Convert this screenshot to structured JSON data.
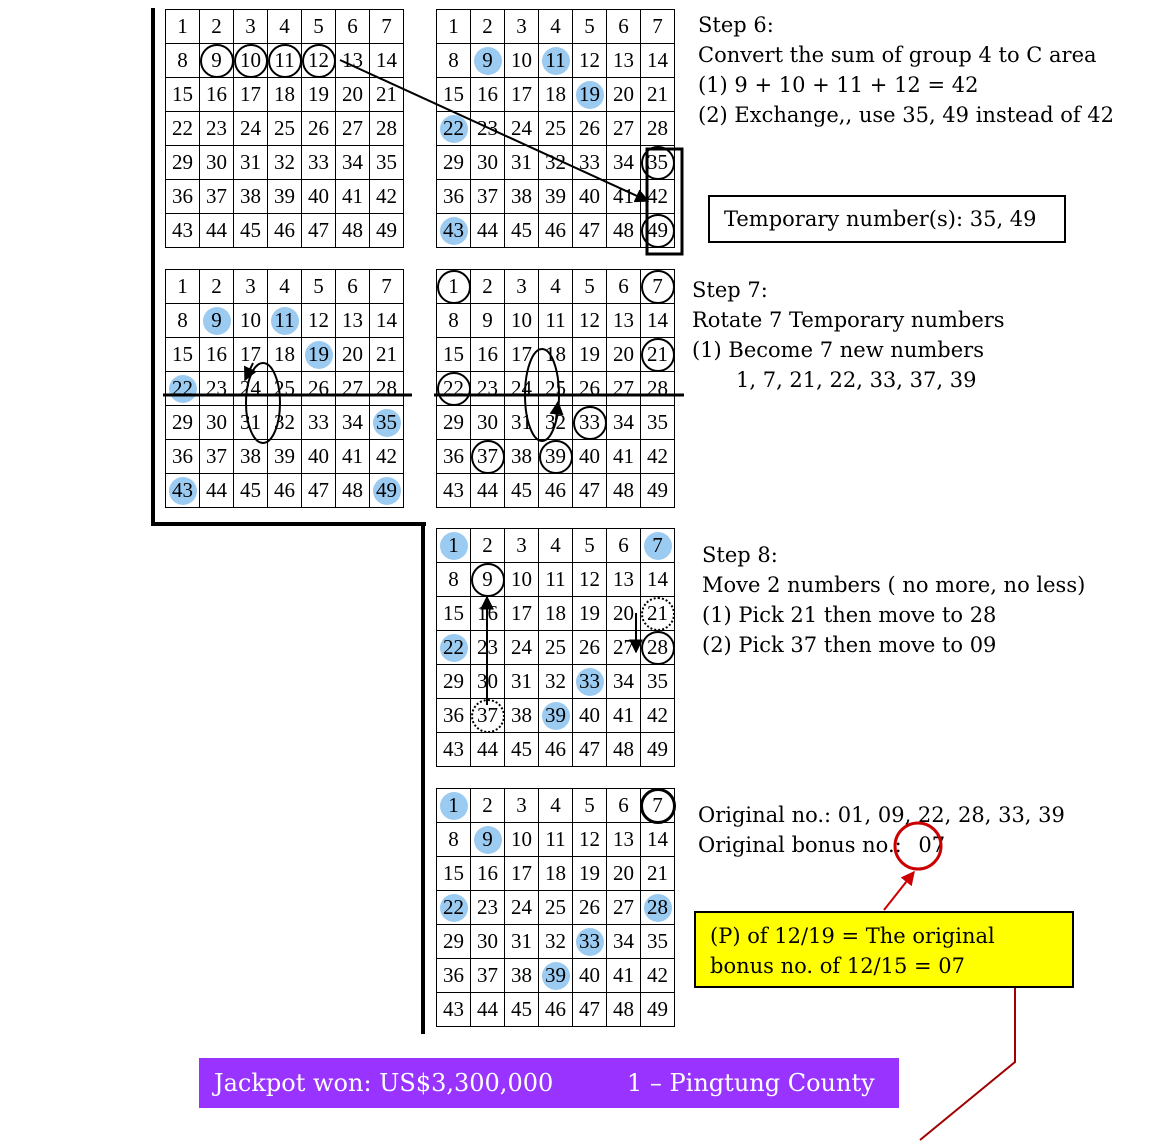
{
  "grids": [
    {
      "id": "g1",
      "blue": [],
      "rings": [
        9,
        10,
        11,
        12
      ],
      "thick": [],
      "dotted": []
    },
    {
      "id": "g2",
      "blue": [
        9,
        11,
        19,
        22,
        43
      ],
      "rings": [
        35,
        49
      ],
      "thick": [],
      "dotted": []
    },
    {
      "id": "g3",
      "blue": [
        9,
        11,
        19,
        22,
        35,
        43,
        49
      ],
      "rings": [],
      "thick": [],
      "dotted": []
    },
    {
      "id": "g4",
      "blue": [],
      "rings": [
        1,
        7,
        21,
        22,
        33,
        37,
        39
      ],
      "thick": [],
      "dotted": []
    },
    {
      "id": "g5",
      "blue": [
        1,
        7,
        22,
        33,
        39
      ],
      "rings": [
        9,
        28
      ],
      "thick": [],
      "dotted": [
        21,
        37
      ]
    },
    {
      "id": "g6",
      "blue": [
        1,
        9,
        22,
        28,
        33,
        39
      ],
      "rings": [],
      "thick": [
        7
      ],
      "dotted": []
    }
  ],
  "step6": {
    "title": "Step 6:",
    "line1": "Convert the sum of group 4 to C area",
    "line2": "(1) 9 + 10 + 11 + 12 = 42",
    "line3": "(2) Exchange,, use 35, 49 instead of 42"
  },
  "temporary_box": "Temporary number(s):  35, 49",
  "step7": {
    "title": "Step 7:",
    "line1": "Rotate 7 Temporary numbers",
    "line2": "(1) Become 7 new numbers",
    "line3": "1, 7, 21, 22, 33, 37, 39"
  },
  "step8": {
    "title": "Step 8:",
    "line1": "Move 2 numbers ( no more, no less)",
    "line2": "(1)  Pick 21 then move to 28",
    "line3": "(2)  Pick 37 then move to 09"
  },
  "original": {
    "numbers_line": "Original no.:  01, 09, 22, 28, 33, 39",
    "bonus_label": "Original bonus no.:",
    "bonus_value": "07"
  },
  "yellow_box": {
    "line1": "(P) of 12/19 =  The original",
    "line2": "bonus no. of 12/15 = 07"
  },
  "banner": {
    "jackpot": "Jackpot won: US$3,300,000",
    "location": "1 – Pingtung County"
  },
  "colors": {
    "blue_dot": "#9ccbf2",
    "banner_bg": "#9933ff",
    "yellow_box": "#ffff00",
    "red_marker": "#cc0000"
  }
}
